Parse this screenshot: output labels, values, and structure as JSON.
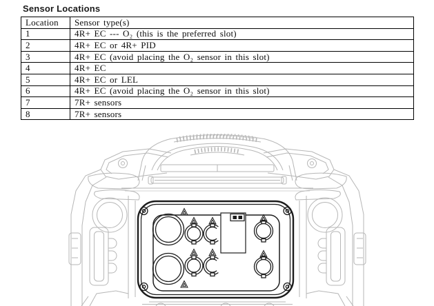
{
  "header": {
    "title": "Sensor Locations"
  },
  "table": {
    "columns": [
      "Location",
      "Sensor type(s)"
    ],
    "rows": [
      {
        "location": "1",
        "sensor_type": "4R+ EC --- O₂ (this is the preferred slot)"
      },
      {
        "location": "2",
        "sensor_type": "4R+ EC or 4R+ PID"
      },
      {
        "location": "3",
        "sensor_type": "4R+ EC (avoid placing the O₂ sensor in this slot)"
      },
      {
        "location": "4",
        "sensor_type": "4R+ EC"
      },
      {
        "location": "5",
        "sensor_type": "4R+ EC or LEL"
      },
      {
        "location": "6",
        "sensor_type": "4R+ EC (avoid placing the O₂ sensor in this slot)"
      },
      {
        "location": "7",
        "sensor_type": "7R+ sensors"
      },
      {
        "location": "8",
        "sensor_type": "7R+ sensors"
      }
    ]
  },
  "diagram": {
    "description": "Rear view line drawing of instrument with sensor compartment cover removed",
    "counts": {
      "large_sensor_slots": 2,
      "small_sensor_slots": 6,
      "warning_triangles": 8,
      "corner_screws": 4
    },
    "colors": {
      "panel_line": "#1c1c1c",
      "body_line": "#b6b6b6",
      "text": "#0d0d0d"
    }
  }
}
